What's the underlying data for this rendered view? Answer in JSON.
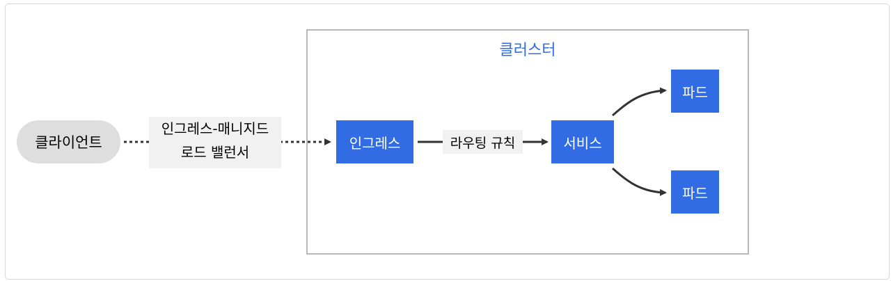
{
  "cluster": {
    "label": "클러스터"
  },
  "nodes": {
    "client": "클라이언트",
    "ingress": "인그레스",
    "service": "서비스",
    "pod_top": "파드",
    "pod_bottom": "파드"
  },
  "edges": {
    "load_balancer_line1": "인그레스-매니지드",
    "load_balancer_line2": "로드 밸런서",
    "routing_rule": "라우팅 규칙"
  },
  "colors": {
    "accent": "#326ce5",
    "client_fill": "#dedede",
    "cluster_border": "#b8b8b8",
    "label_bg": "#f1f1f1",
    "edge": "#333333"
  }
}
